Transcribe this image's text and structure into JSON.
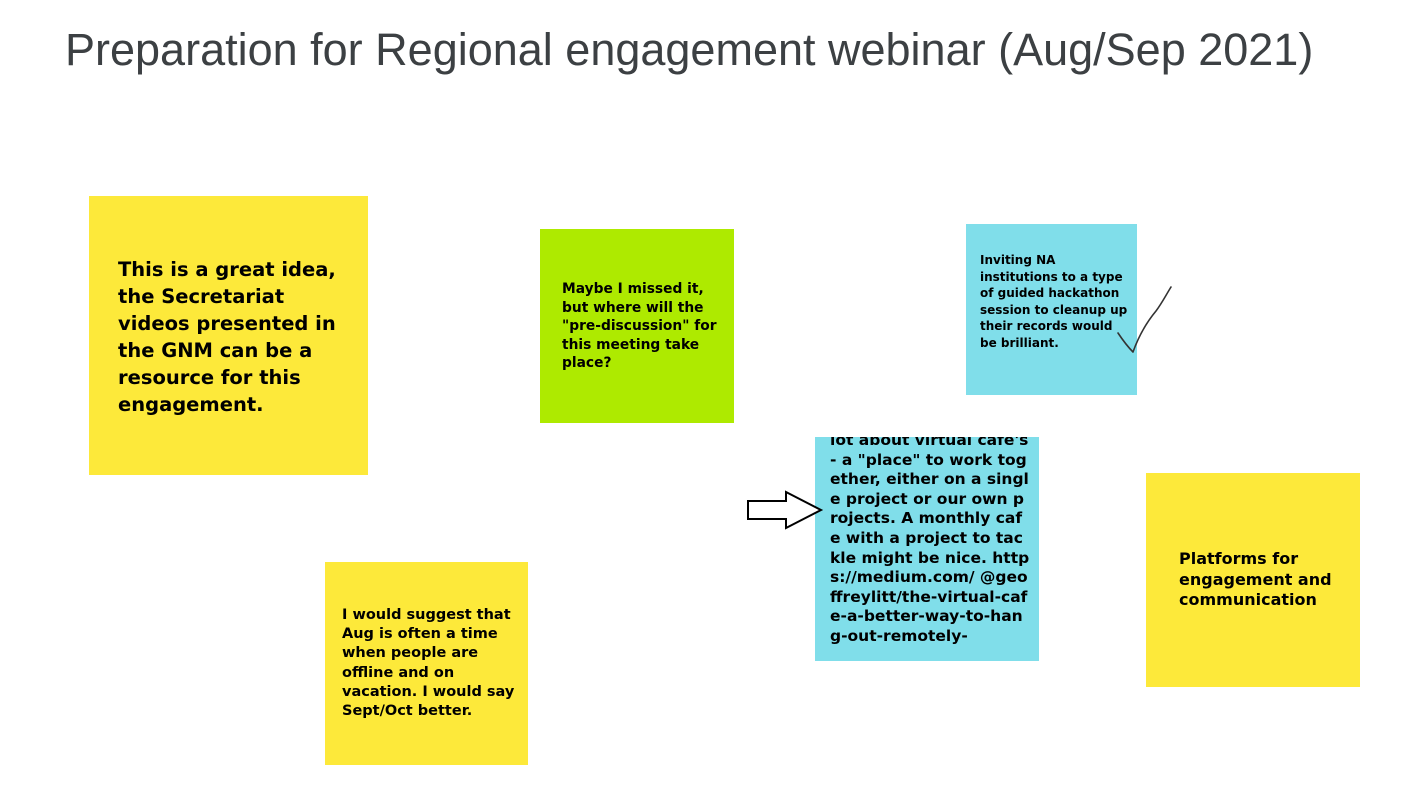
{
  "slide": {
    "title": "Preparation for Regional engagement webinar (Aug/Sep 2021)"
  },
  "colors": {
    "yellow": "#fde93a",
    "green": "#aeea00",
    "cyan": "#80deea",
    "title_text": "#3c4043"
  },
  "notes": [
    {
      "color": "yellow",
      "text": "This is a great idea, the Secretariat videos presented in the GNM can be a resource for this engagement."
    },
    {
      "color": "green",
      "text": "Maybe I missed it, but where will the \"pre-discussion\" for this meeting take place?"
    },
    {
      "color": "cyan",
      "text": "Inviting NA institutions to a type of guided hackathon session to cleanup up their records would be brilliant."
    },
    {
      "color": "cyan",
      "text": "lot about virtual cafe's - a \"place\" to work together, either on a single project or our own projects. A monthly cafe with a project to tackle might be nice. https://medium.com/ @geoffreylitt/the-virtual-cafe-a-better-way-to-hang-out-remotely-"
    },
    {
      "color": "yellow",
      "text": "Platforms for engagement and communication"
    },
    {
      "color": "yellow",
      "text": "I would suggest that Aug is often a time when people are offline and on vacation. I would say Sept/Oct better."
    }
  ],
  "annotations": {
    "arrow_icon": "right-arrow-outline-icon",
    "check_icon": "hand-drawn-checkmark-icon"
  }
}
